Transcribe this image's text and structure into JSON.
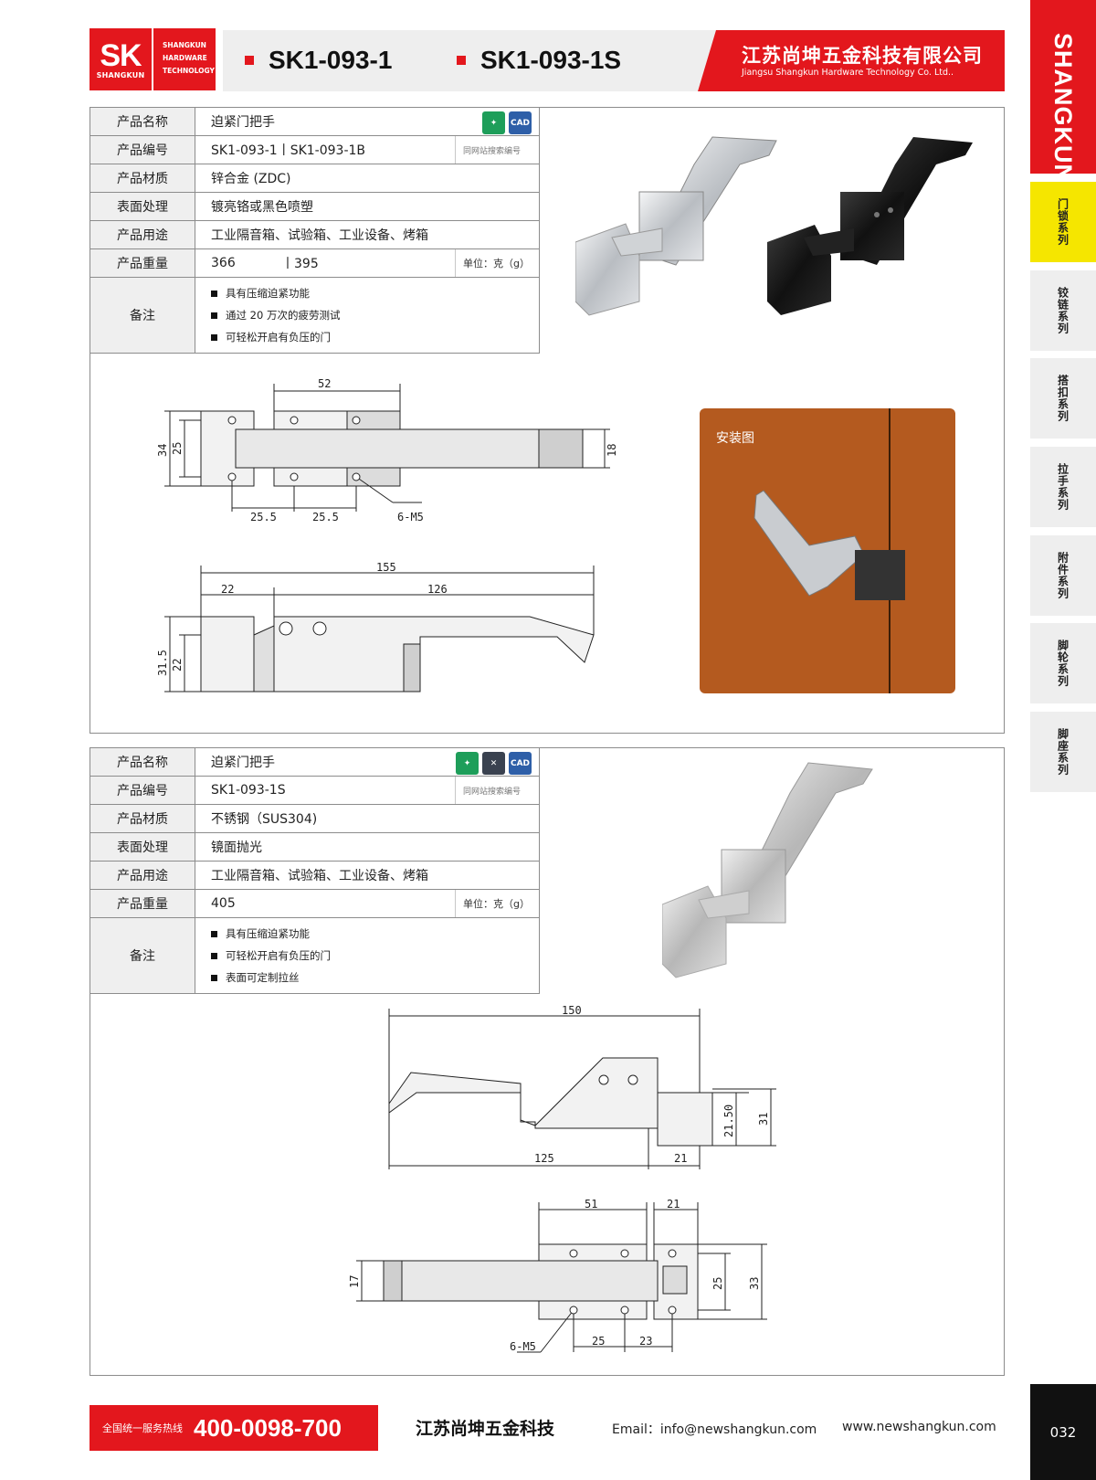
{
  "header": {
    "logo_text": "SK",
    "logo_sub": "SHANGKUN",
    "logo_side": [
      "SHANGKUN",
      "HARDWARE",
      "TECHNOLOGY"
    ],
    "models": [
      "SK1-093-1",
      "SK1-093-1S"
    ],
    "company_cn": "江苏尚坤五金科技有限公司",
    "company_en": "Jiangsu Shangkun Hardware Technology Co. Ltd.."
  },
  "sidebar": {
    "brand": "SHANGKUN",
    "tabs": [
      "门锁系列",
      "铰链系列",
      "搭扣系列",
      "拉手系列",
      "附件系列",
      "脚轮系列",
      "脚座系列"
    ],
    "active": "门锁系列"
  },
  "labels": {
    "name": "产品名称",
    "code": "产品编号",
    "material": "产品材质",
    "surface": "表面处理",
    "usage": "产品用途",
    "weight": "产品重量",
    "remark": "备注",
    "search_note": "同网站搜索编号",
    "unit": "单位：克（g）"
  },
  "product1": {
    "name": "迫紧门把手",
    "code": "SK1-093-1丨SK1-093-1B",
    "material": "锌合金 (ZDC)",
    "surface": "镀亮铬或黑色喷塑",
    "usage": "工业隔音箱、试验箱、工业设备、烤箱",
    "weight_a": "366",
    "weight_b": "丨395",
    "remarks": [
      "具有压缩迫紧功能",
      "通过 20 万次的疲劳测试",
      "可轻松开启有负压的门"
    ],
    "install_label": "安装图",
    "dims_top": {
      "d52": "52",
      "d34": "34",
      "d25": "25",
      "d18": "18",
      "d25_5a": "25.5",
      "d25_5b": "25.5",
      "screws": "6-M5"
    },
    "dims_side": {
      "d155": "155",
      "d22w": "22",
      "d126": "126",
      "d31_5": "31.5",
      "d22h": "22"
    }
  },
  "product2": {
    "name": "迫紧门把手",
    "code": "SK1-093-1S",
    "material": "不锈钢（SUS304)",
    "surface": "镜面抛光",
    "usage": "工业隔音箱、试验箱、工业设备、烤箱",
    "weight": "405",
    "remarks": [
      "具有压缩迫紧功能",
      "可轻松开启有负压的门",
      "表面可定制拉丝"
    ],
    "dims_side": {
      "d150": "150",
      "d125": "125",
      "d21w": "21",
      "d21_5": "21.50",
      "d31": "31"
    },
    "dims_top": {
      "d51": "51",
      "d21": "21",
      "d17": "17",
      "d25h": "25",
      "d33": "33",
      "d25w": "25",
      "d23": "23",
      "screws": "6-M5"
    }
  },
  "icons": {
    "cad": "CAD",
    "stainless": "不锈钢"
  },
  "footer": {
    "hotline_label": "全国统一服务热线",
    "hotline": "400-0098-700",
    "company": "江苏尚坤五金科技",
    "email": "Email：info@newshangkun.com",
    "website": "www.newshangkun.com",
    "page": "032"
  }
}
